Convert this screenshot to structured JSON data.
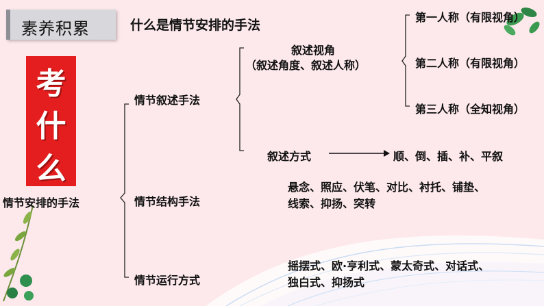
{
  "header": {
    "tag": "素养积累",
    "title": "什么是情节安排的手法"
  },
  "banner": {
    "chars": [
      "考",
      "什",
      "么"
    ],
    "color": "#e41e1e"
  },
  "diagram": {
    "root": "情节安排的手法",
    "branches": {
      "narrative": {
        "label": "情节叙述手法",
        "perspective": {
          "label_line1": "叙述视角",
          "label_line2": "（叙述角度、叙述人称）",
          "items": [
            "第一人称（有限视角）",
            "第二人称（有限视角）",
            "第三人称（全知视角）"
          ]
        },
        "method": {
          "label": "叙述方式",
          "result": "顺、倒、插、补、平叙"
        }
      },
      "structure": {
        "label": "情节结构手法",
        "line1": "悬念、照应、伏笔、对比、衬托、铺垫、",
        "line2": "线索、抑扬、突转"
      },
      "operation": {
        "label": "情节运行方式",
        "line1": "摇摆式、欧·亨利式、蒙太奇式、对话式、",
        "line2": "独白式、抑扬式"
      }
    }
  },
  "decor": [
    "leaf-icon",
    "wave-icon"
  ]
}
